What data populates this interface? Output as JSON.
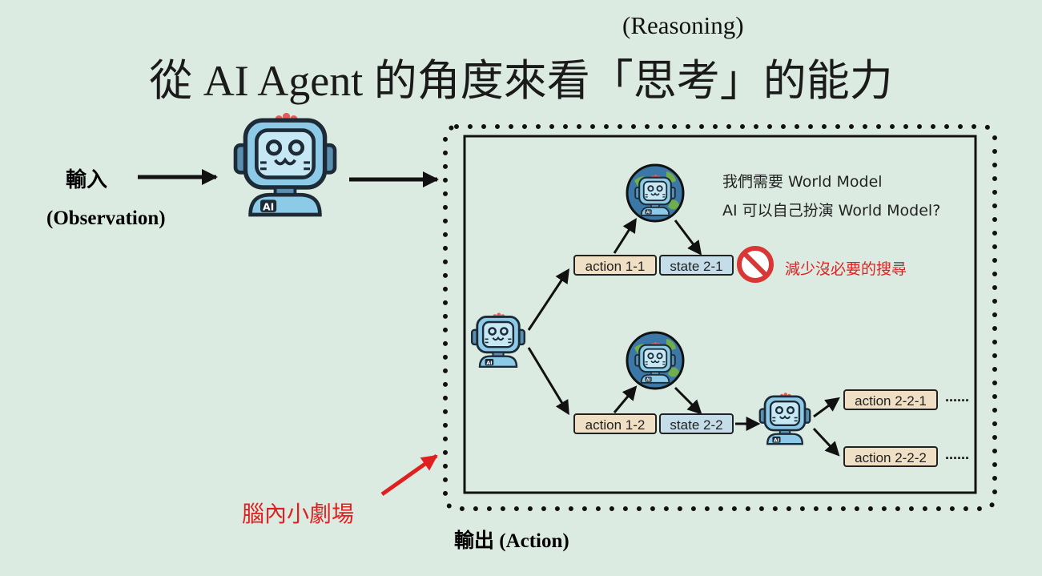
{
  "slide": {
    "title": "從 AI Agent 的角度來看「思考」的能力",
    "reasoning_label": "(Reasoning)",
    "input_label": "輸入",
    "observation_label": "(Observation)",
    "output_label": "輸出 (Action)",
    "theater_label": "腦內小劇場"
  },
  "diagram": {
    "note_line1": "我們需要 World Model",
    "note_line2": "AI 可以自己扮演 World Model?",
    "reduce_label": "減少沒必要的搜尋",
    "action_1_1": "action 1-1",
    "state_2_1": "state 2-1",
    "action_1_2": "action 1-2",
    "state_2_2": "state 2-2",
    "action_2_2_1": "action 2-2-1",
    "action_2_2_2": "action 2-2-2",
    "ellipsis": "......",
    "robot_badge": "AI"
  },
  "colors": {
    "background": "#dcebe2",
    "action_box": "#efdfc4",
    "state_box": "#c5dde8",
    "robot_body": "#8ccae8",
    "accent_red": "#e02020"
  },
  "icons": [
    "robot-icon",
    "world-robot-icon",
    "no-entry-icon",
    "arrow-icon"
  ]
}
